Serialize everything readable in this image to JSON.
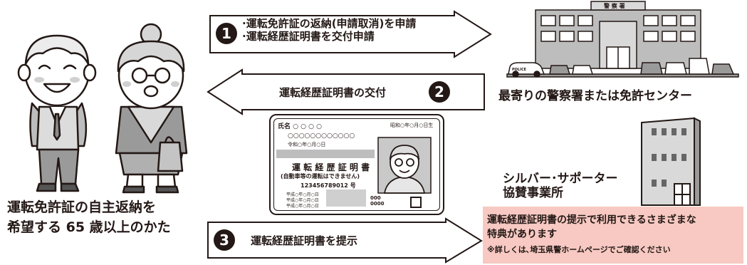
{
  "step1": {
    "number": "1",
    "line1": "·運転免許証の返納(申請取消)を申請",
    "line2": "·運転経歴証明書を交付申請"
  },
  "step2": {
    "number": "2",
    "label": "運転経歴証明書の交付"
  },
  "step3": {
    "number": "3",
    "label": "運転経歴証明書を提示"
  },
  "people_caption": {
    "line1": "運転免許証の自主返納を",
    "line2": "希望する 65 歳以上のかた"
  },
  "police_station": {
    "sign": "警 察 署",
    "car_label": "POLICE",
    "caption": "最寄りの警察署または免許センター"
  },
  "card": {
    "top_row": "氏名  ○  ○  ○  ○",
    "top_right": "昭和○年○月○日生",
    "row2": "○○○○○○○○○○○○",
    "row3": "令和○年○月○日",
    "title": "運 転 経 歴 証 明 書",
    "subtitle": "(自動車等の運転はできません)",
    "number": "123456789012 号",
    "small1": "平成○年○月○日",
    "small2": "平成○年○月○日",
    "small3": "平成○年○月○日",
    "code": "000\n0000"
  },
  "supporter": {
    "line1": "シルバー･サポーター",
    "line2": "協賛事業所"
  },
  "benefit_box": {
    "line1": "運転経歴証明書の提示で利用できるさまざまな",
    "line2": "特典があります",
    "line3": "※詳しくは､埼玉県警ホームページでご確認ください",
    "bg_color": "#f7c9c2"
  }
}
